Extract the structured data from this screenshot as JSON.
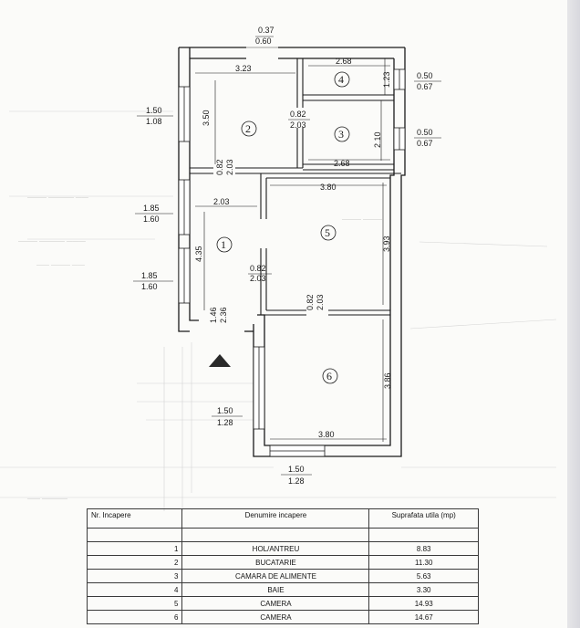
{
  "dimensions": {
    "top_door": [
      "0.37",
      "0.60"
    ],
    "room2_width": "3.23",
    "room2_height": "3.50",
    "room4_width": "2.68",
    "room4_height": "1.23",
    "window_room4": [
      "0.50",
      "0.67"
    ],
    "door_room2_room3": [
      "0.82",
      "2.03"
    ],
    "room3_height": "2.10",
    "window_room3": [
      "0.50",
      "0.67"
    ],
    "room3_width": "2.68",
    "door_room1_room2": [
      "0.82",
      "2.03"
    ],
    "window_room2": [
      "1.50",
      "1.08"
    ],
    "room1_width": "2.03",
    "room5_width": "3.80",
    "window_room1_upper": [
      "1.85",
      "1.60"
    ],
    "room1_height": "4.35",
    "room5_height": "3.93",
    "door_room1_room5": [
      "0.82",
      "2.03"
    ],
    "window_room1_lower": [
      "1.85",
      "1.60"
    ],
    "door_room5_room6": [
      "0.82",
      "2.03"
    ],
    "entrance_door": [
      "1.46",
      "2.36"
    ],
    "room6_height": "3.86",
    "window_room6_left": [
      "1.50",
      "1.28"
    ],
    "room6_width": "3.80",
    "window_room6_bottom": [
      "1.50",
      "1.28"
    ]
  },
  "room_numbers": [
    "1",
    "2",
    "3",
    "4",
    "5",
    "6"
  ],
  "table": {
    "headers": {
      "nr": "Nr. Incapere",
      "name": "Denumire incapere",
      "area": "Suprafata utila (mp)"
    },
    "rows": [
      {
        "nr": "1",
        "name": "HOL/ANTREU",
        "area": "8.83"
      },
      {
        "nr": "2",
        "name": "BUCATARIE",
        "area": "11.30"
      },
      {
        "nr": "3",
        "name": "CAMARA DE ALIMENTE",
        "area": "5.63"
      },
      {
        "nr": "4",
        "name": "BAIE",
        "area": "3.30"
      },
      {
        "nr": "5",
        "name": "CAMERA",
        "area": "14.93"
      },
      {
        "nr": "6",
        "name": "CAMERA",
        "area": "14.67"
      }
    ]
  },
  "colors": {
    "wall": "#1a1a1a",
    "paper": "#fbfbf9",
    "ghost": "#c8c8c8"
  }
}
